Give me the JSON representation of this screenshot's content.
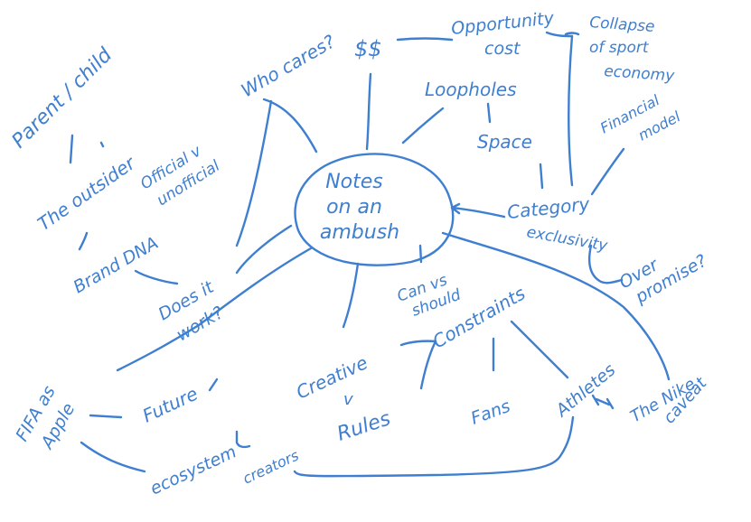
{
  "ink_color": "#3f7fd0",
  "center": {
    "lines": [
      "Notes",
      "on an",
      "ambush"
    ]
  },
  "nodes": {
    "who_cares": "Who cares?",
    "parent_child": "Parent / child",
    "the_outsider": "The outsider",
    "official": "Official v",
    "unofficial": "unofficial",
    "brand_dna": "Brand DNA",
    "does_it": "Does it",
    "work": "work?",
    "dollar": "$$",
    "opportunity": "Opportunity",
    "cost": "cost",
    "collapse": "Collapse",
    "of_sport": "of sport",
    "economy": "economy",
    "loopholes": "Loopholes",
    "space": "Space",
    "financial": "Financial",
    "model": "model",
    "category": "Category",
    "exclusivity": "exclusivity",
    "over": "Over",
    "promise": "promise?",
    "can_vs": "Can vs",
    "should": "should",
    "constraints": "Constraints",
    "creative": "Creative",
    "v": "v",
    "rules": "Rules",
    "fans": "Fans",
    "athletes": "Athletes",
    "the_nike": "The Nike",
    "caveat": "caveat",
    "future": "Future",
    "fifa_as": "FIFA as",
    "apple": "Apple",
    "ecosystem": "ecosystem",
    "creators": "creators"
  }
}
